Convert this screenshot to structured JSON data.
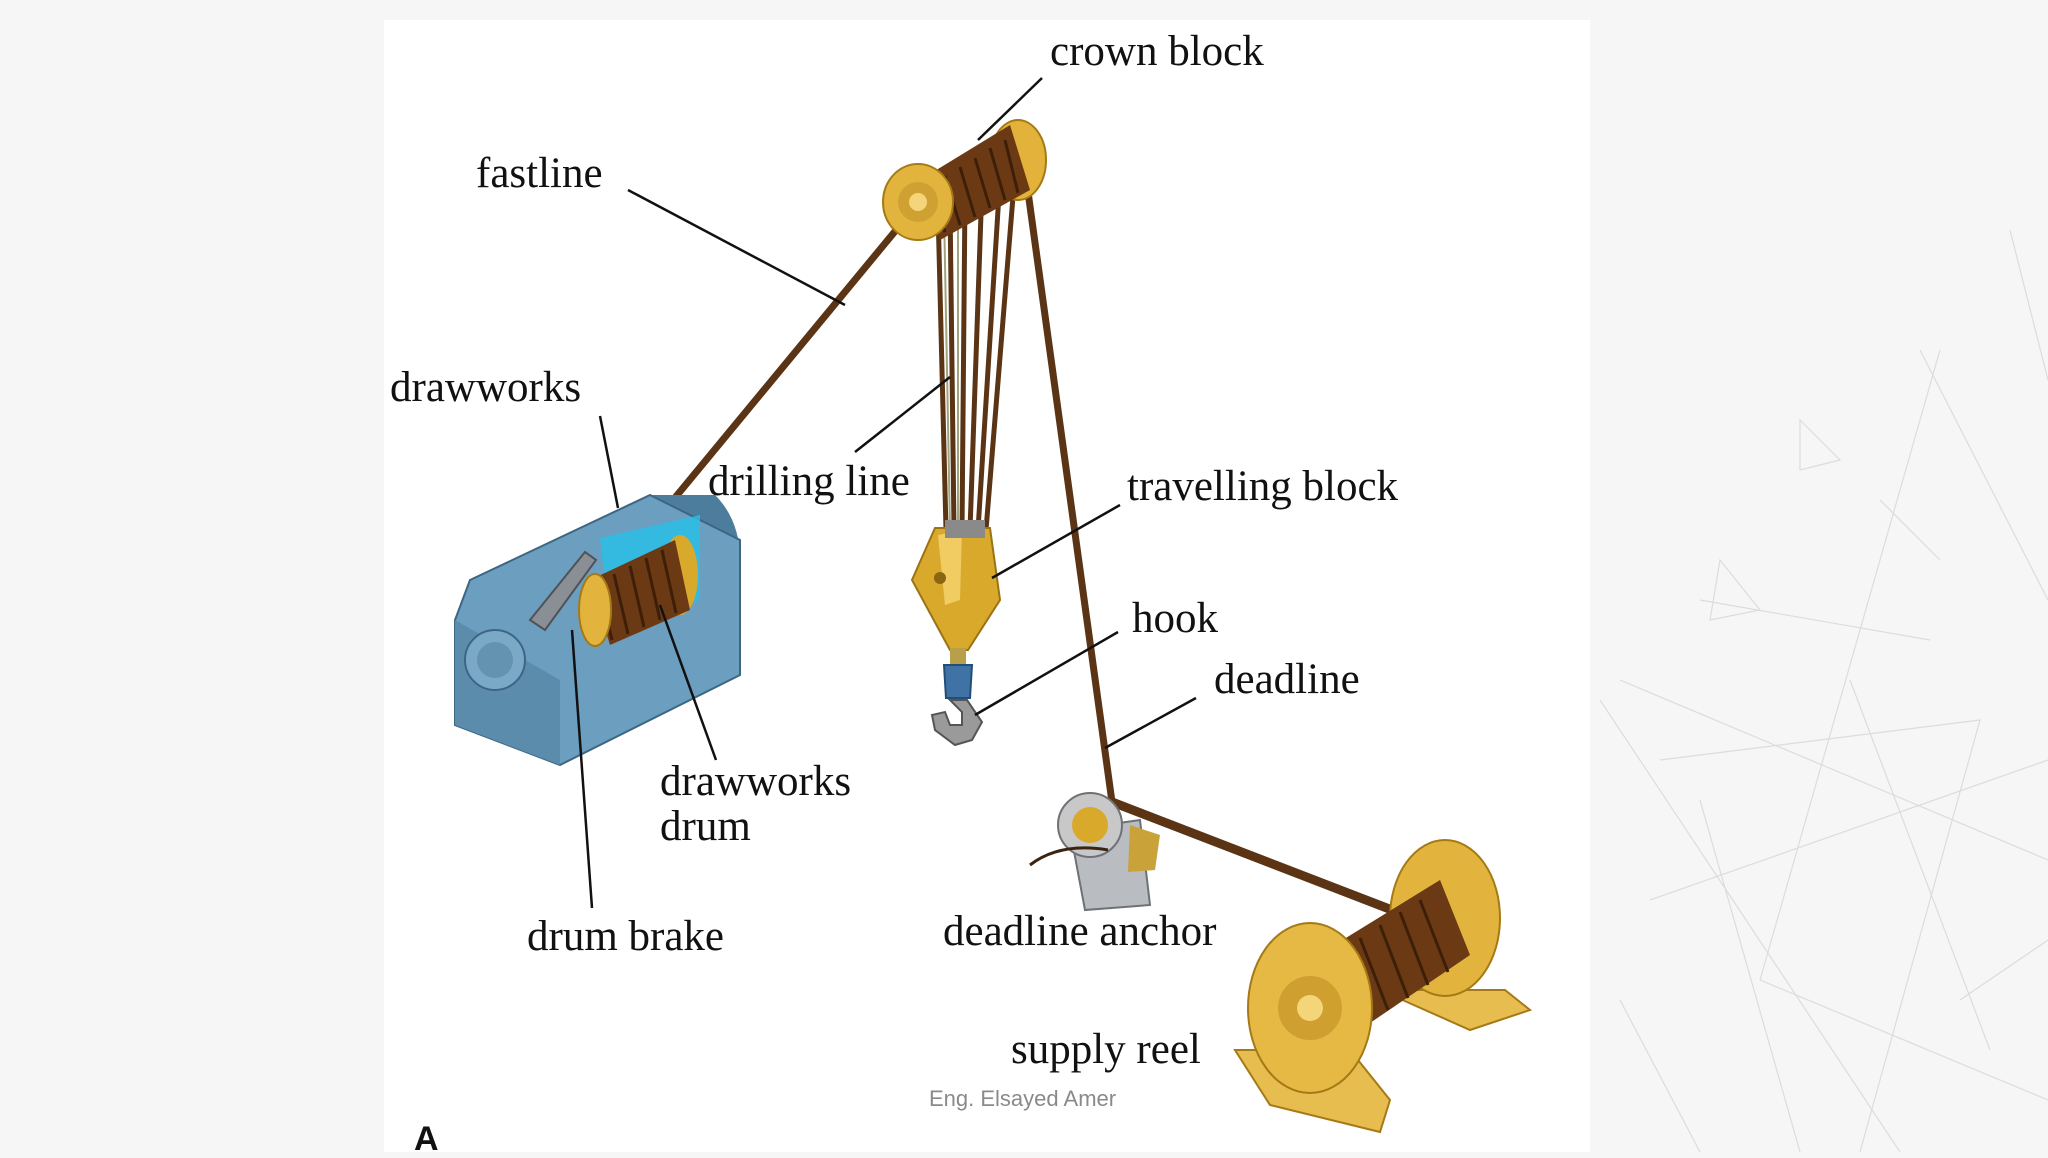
{
  "labels": {
    "crown_block": "crown block",
    "fastline": "fastline",
    "drawworks": "drawworks",
    "drilling_line": "drilling line",
    "travelling_block": "travelling block",
    "hook": "hook",
    "deadline": "deadline",
    "drawworks_drum_line1": "drawworks",
    "drawworks_drum_line2": "drum",
    "drum_brake": "drum brake",
    "deadline_anchor": "deadline anchor",
    "supply_reel": "supply reel"
  },
  "footer": {
    "author": "Eng. Elsayed Amer",
    "panel_letter": "A"
  },
  "colors": {
    "rope": "#5a3414",
    "gold": "#d9a92c",
    "drawworks_blue": "#5d8fb0",
    "steel": "#b9bcc0"
  }
}
